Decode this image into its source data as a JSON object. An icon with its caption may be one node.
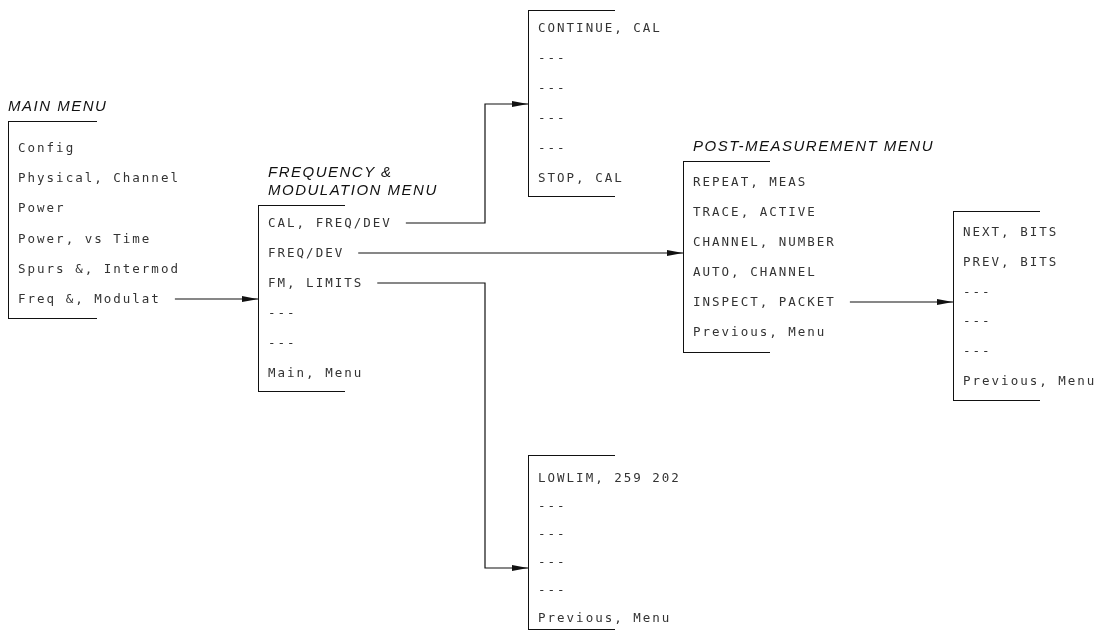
{
  "diagram": {
    "nodes": [
      {
        "text": [
          "MAIN MENU"
        ]
      },
      {
        "text": [
          "Config"
        ],
        "in": 0
      },
      {
        "text": [
          "Physical, Channel"
        ],
        "in": 0
      },
      {
        "text": [
          "Power"
        ],
        "in": 0
      },
      {
        "text": [
          "Power, vs Time"
        ],
        "in": 0
      },
      {
        "text": [
          "Spurs &, Intermod"
        ],
        "in": 0
      },
      {
        "text": [
          "Freq &, Modulat"
        ],
        "in": 0
      },
      {
        "text": [
          "FREQUENCY & MODULATION MENU"
        ]
      },
      {
        "text": [
          "CAL, FREQ/DEV"
        ],
        "in": 7
      },
      {
        "text": [
          "FREQ/DEV"
        ],
        "in": 7
      },
      {
        "text": [
          "FM, LIMITS"
        ],
        "in": 7
      },
      {
        "text": [
          "---"
        ],
        "in": 7
      },
      {
        "text": [
          "---"
        ],
        "in": 7
      },
      {
        "text": [
          "Main, Menu"
        ],
        "in": 7
      },
      {
        "text": [],
        "shape": "bracket"
      },
      {
        "text": [
          "CONTINUE, CAL"
        ],
        "in": 14
      },
      {
        "text": [
          "---"
        ],
        "in": 14
      },
      {
        "text": [
          "---"
        ],
        "in": 14
      },
      {
        "text": [
          "---"
        ],
        "in": 14
      },
      {
        "text": [
          "---"
        ],
        "in": 14
      },
      {
        "text": [
          "STOP, CAL"
        ],
        "in": 14
      },
      {
        "text": [
          "POST-MEASUREMENT MENU"
        ]
      },
      {
        "text": [
          "REPEAT, MEAS"
        ],
        "in": 21
      },
      {
        "text": [
          "TRACE, ACTIVE"
        ],
        "in": 21
      },
      {
        "text": [
          "CHANNEL, NUMBER"
        ],
        "in": 21
      },
      {
        "text": [
          "AUTO, CHANNEL"
        ],
        "in": 21
      },
      {
        "text": [
          "INSPECT, PACKET"
        ],
        "in": 21
      },
      {
        "text": [
          "Previous, Menu"
        ],
        "in": 21
      },
      {
        "text": [],
        "shape": "bracket"
      },
      {
        "text": [
          "NEXT, BITS"
        ],
        "in": 28
      },
      {
        "text": [
          "PREV, BITS"
        ],
        "in": 28
      },
      {
        "text": [
          "---"
        ],
        "in": 28
      },
      {
        "text": [
          "---"
        ],
        "in": 28
      },
      {
        "text": [
          "---"
        ],
        "in": 28
      },
      {
        "text": [
          "Previous, Menu"
        ],
        "in": 28
      },
      {
        "text": [],
        "shape": "bracket"
      },
      {
        "text": [
          "LOWLIM, 259 202"
        ],
        "in": 35
      },
      {
        "text": [
          "---"
        ],
        "in": 35
      },
      {
        "text": [
          "---"
        ],
        "in": 35
      },
      {
        "text": [
          "---"
        ],
        "in": 35
      },
      {
        "text": [
          "---"
        ],
        "in": 35
      },
      {
        "text": [
          "Previous, Menu"
        ],
        "in": 35
      }
    ],
    "edges": [
      {
        "from": 6,
        "to": 7,
        "arrow": "to"
      },
      {
        "from": 8,
        "to": 14,
        "arrow": "to"
      },
      {
        "from": 9,
        "to": 21,
        "arrow": "to"
      },
      {
        "from": 10,
        "to": 35,
        "arrow": "to"
      },
      {
        "from": 26,
        "to": 28,
        "arrow": "to"
      }
    ]
  }
}
